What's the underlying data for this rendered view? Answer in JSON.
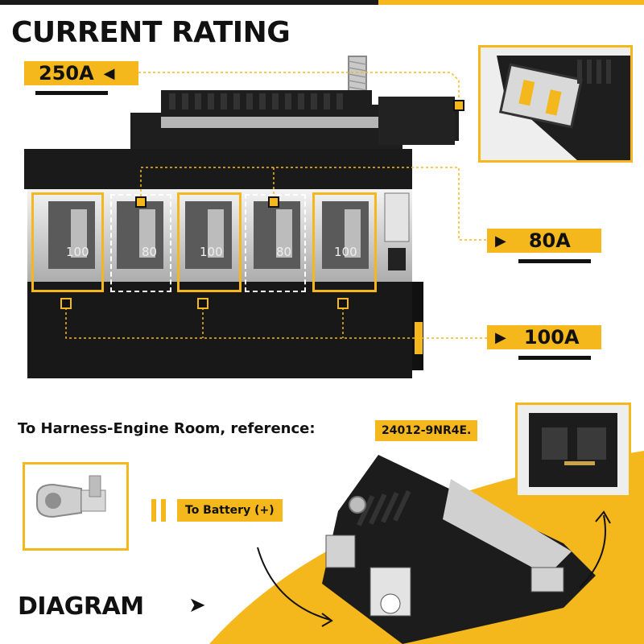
{
  "header": {
    "title": "CURRENT RATING"
  },
  "ratings": {
    "r250": "250A",
    "r80": "80A",
    "r100": "100A"
  },
  "fuse_labels": [
    "100",
    "80",
    "100",
    "80",
    "100"
  ],
  "harness": {
    "label": "To Harness-Engine Room, reference:",
    "reference": "24012-9NR4E."
  },
  "battery": {
    "label": "To Battery (+)"
  },
  "diagram": {
    "title": "DIAGRAM"
  },
  "colors": {
    "accent": "#f5b81c",
    "dark": "#111111"
  },
  "icons": [
    "left-pointer-icon",
    "right-pointer-icon",
    "double-chevron-icon",
    "curved-arrow-icon"
  ]
}
